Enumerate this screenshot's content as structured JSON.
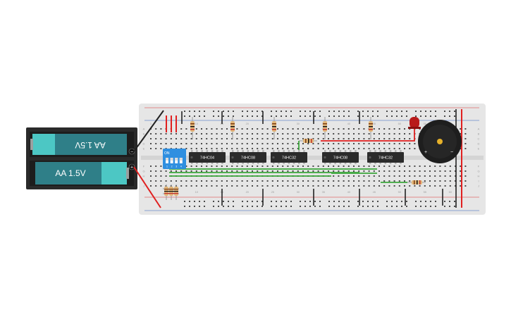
{
  "battery": {
    "cell_top_label": "AA 1.5V",
    "cell_bottom_label": "AA 1.5V",
    "terminal_minus": "−",
    "terminal_plus": "+"
  },
  "breadboard": {
    "row_labels_top": [
      "A",
      "B",
      "C",
      "D",
      "E"
    ],
    "row_labels_bottom": [
      "F",
      "G",
      "H",
      "I",
      "J"
    ],
    "column_numbers": [
      "1",
      "5",
      "10",
      "15",
      "20",
      "25",
      "30",
      "35",
      "40",
      "45",
      "50",
      "55",
      "60"
    ]
  },
  "dip_switch": {
    "on_label": "ON",
    "switch_numbers": [
      "1",
      "2",
      "3",
      "4"
    ]
  },
  "chips": [
    {
      "label": "74HC04"
    },
    {
      "label": "74HC08"
    },
    {
      "label": "74HC32"
    },
    {
      "label": "74HC08"
    },
    {
      "label": "74HC32"
    }
  ],
  "buzzer": {
    "plus_label": "+",
    "minus_label": "−"
  },
  "colors": {
    "breadboard": "#e6e6e6",
    "hole": "#4a4a4a",
    "rail_red": "#e03030",
    "rail_black": "#222222",
    "wire_green": "#3aa63a",
    "wire_red": "#e02020",
    "battery_case": "#2a2a2a",
    "battery_cell": "#2f7f88",
    "battery_cap": "#4cc7c4",
    "chip": "#2b2b2b",
    "dip_switch": "#2f8fe0",
    "led": "#b81a1a",
    "resistor_body": "#e2b77a"
  }
}
